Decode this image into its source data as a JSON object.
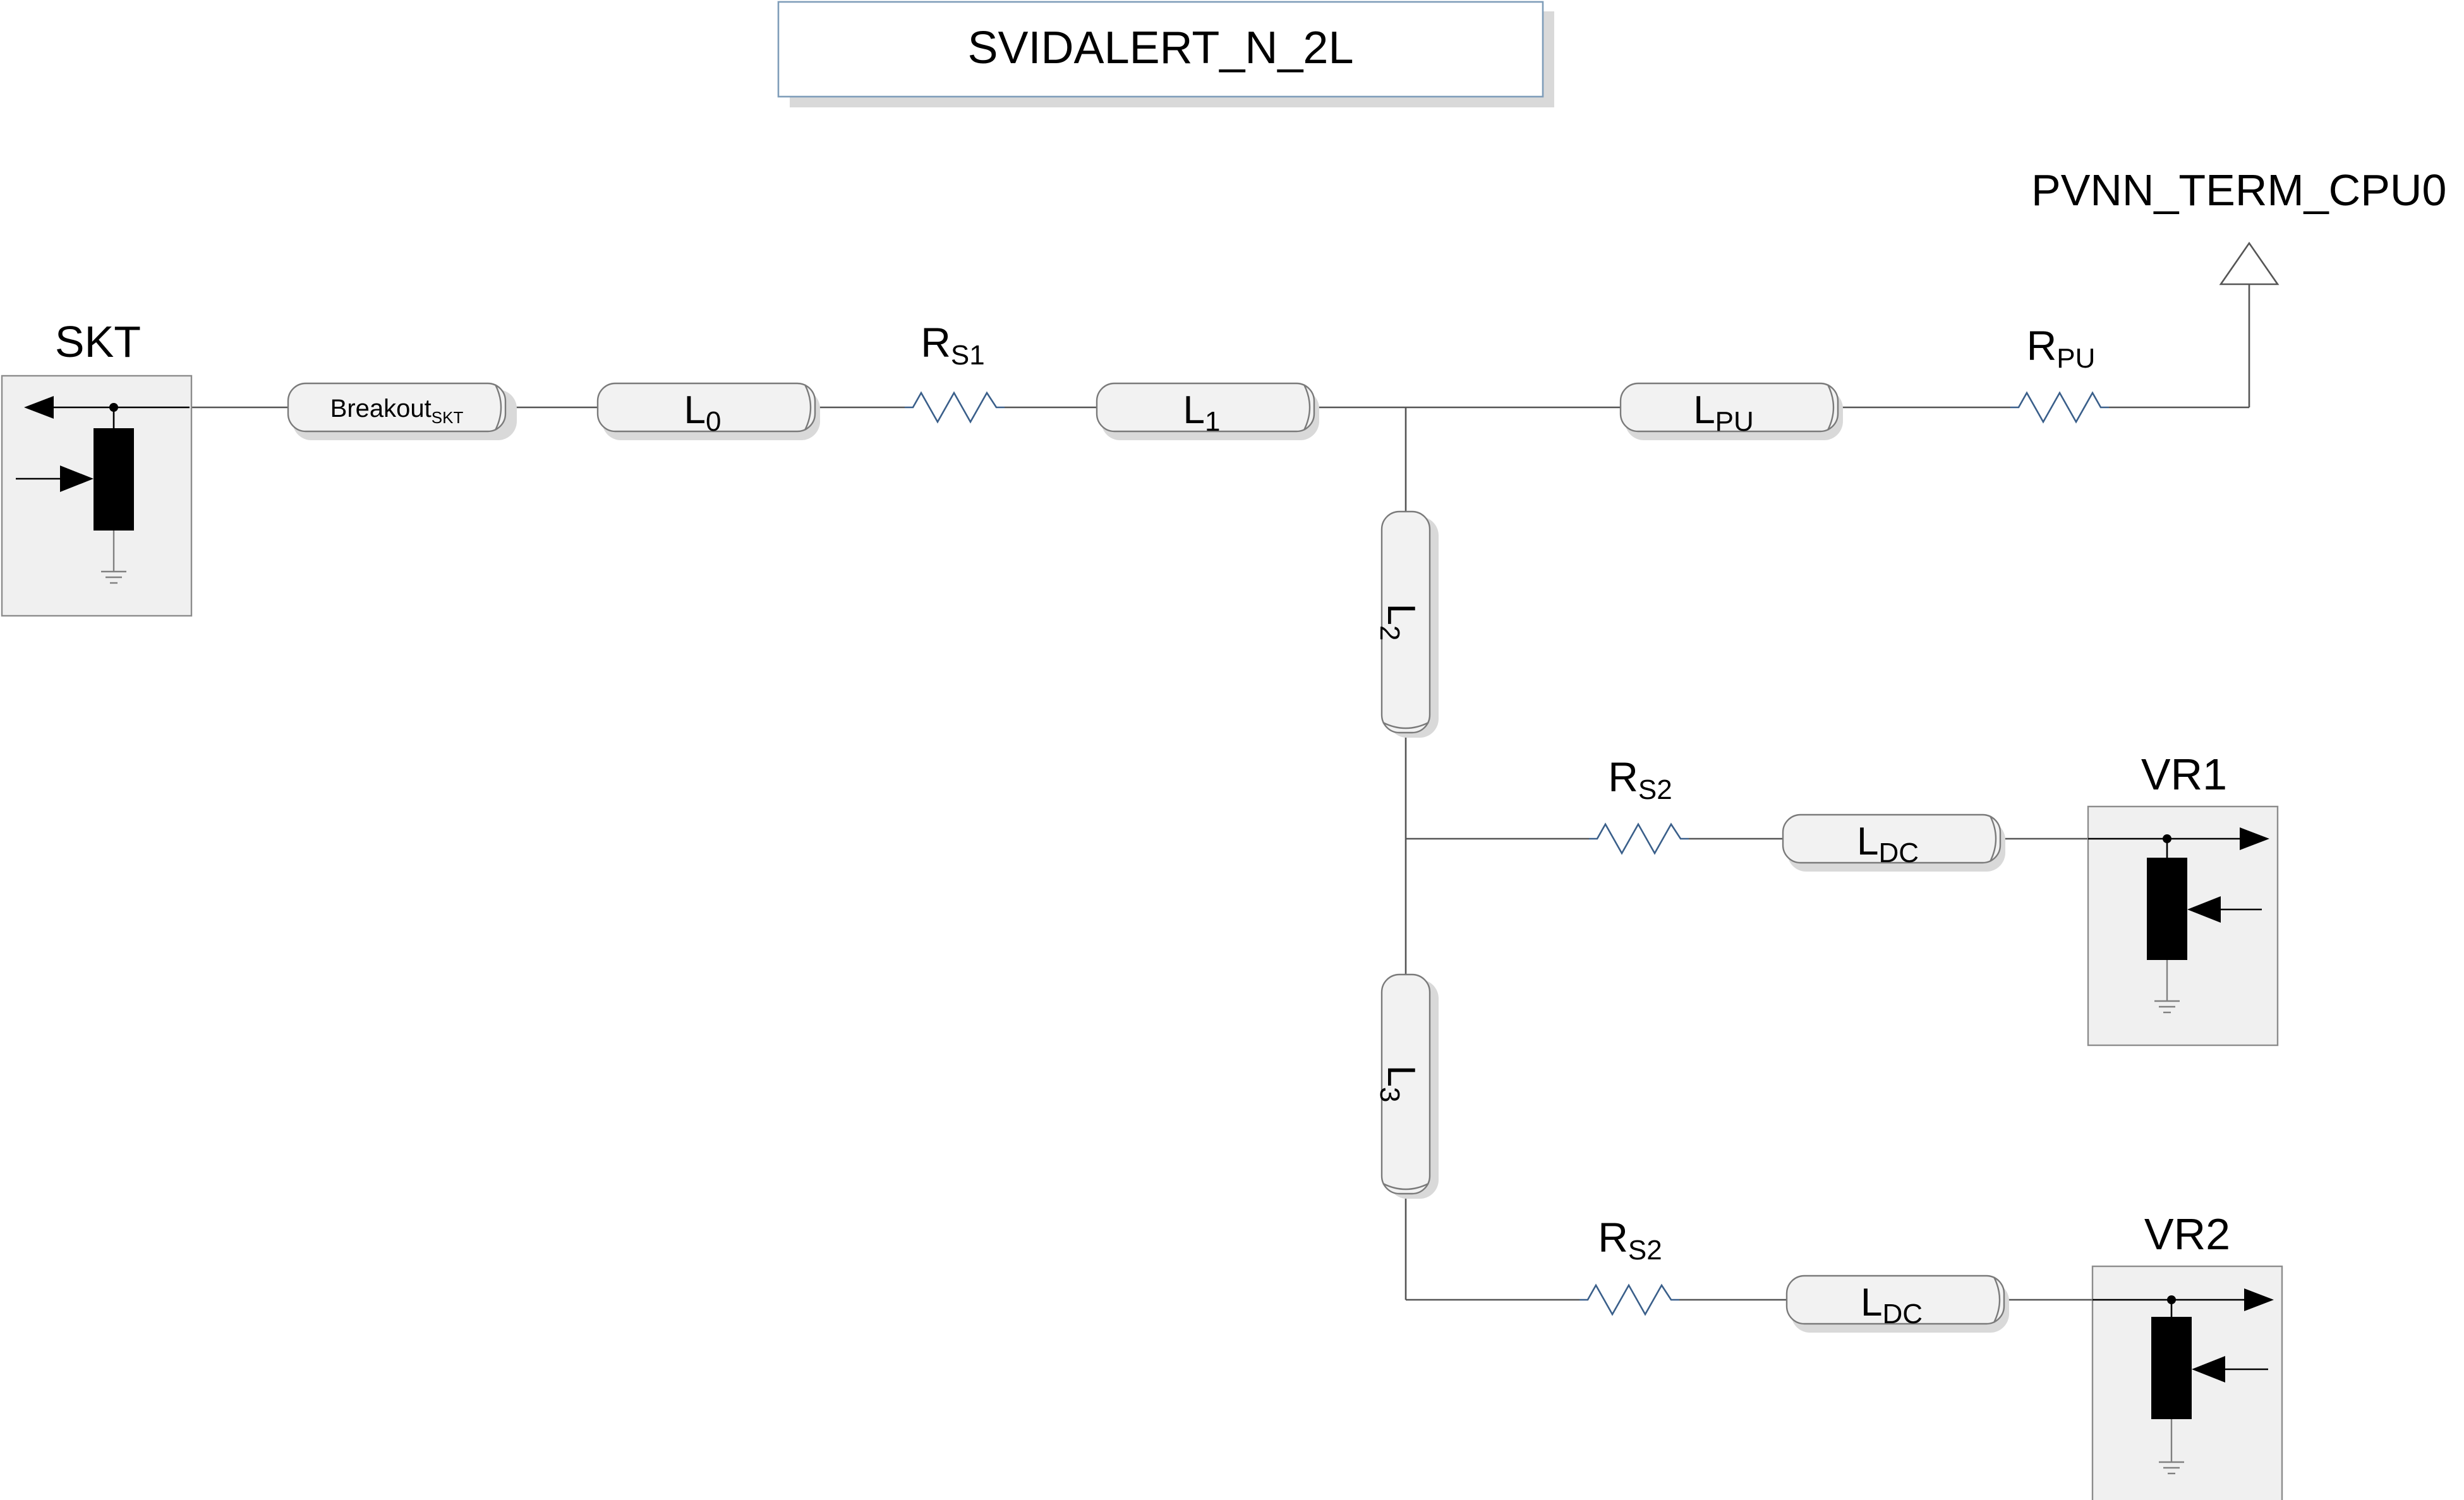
{
  "title": "SVIDALERT_N_2L",
  "supply": {
    "name": "PVNN_TERM_CPU0"
  },
  "devices": {
    "skt": "SKT",
    "vr1": "VR1",
    "vr2": "VR2"
  },
  "transmission_lines": {
    "breakout": {
      "main": "Breakout",
      "sub": "SKT"
    },
    "l0": {
      "main": "L",
      "sub": "0"
    },
    "l1": {
      "main": "L",
      "sub": "1"
    },
    "lpu": {
      "main": "L",
      "sub": "PU"
    },
    "l2": {
      "main": "L",
      "sub": "2"
    },
    "l3": {
      "main": "L",
      "sub": "3"
    },
    "ldc_vr1": {
      "main": "L",
      "sub": "DC"
    },
    "ldc_vr2": {
      "main": "L",
      "sub": "DC"
    }
  },
  "resistors": {
    "rs1": {
      "main": "R",
      "sub": "S1"
    },
    "rpu": {
      "main": "R",
      "sub": "PU"
    },
    "rs2_vr1": {
      "main": "R",
      "sub": "S2"
    },
    "rs2_vr2": {
      "main": "R",
      "sub": "S2"
    }
  }
}
